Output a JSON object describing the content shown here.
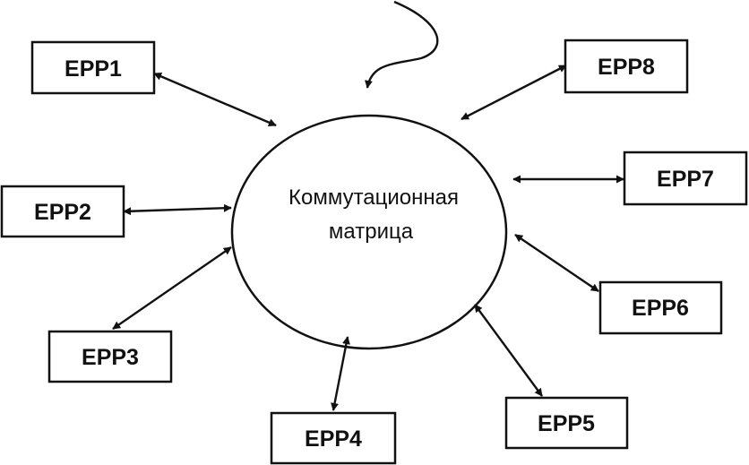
{
  "matrix": {
    "line1": "Коммутационная",
    "line2": "матрица"
  },
  "nodes": [
    {
      "id": "epp1",
      "label": "EPP1"
    },
    {
      "id": "epp2",
      "label": "EPP2"
    },
    {
      "id": "epp3",
      "label": "EPP3"
    },
    {
      "id": "epp4",
      "label": "EPP4"
    },
    {
      "id": "epp5",
      "label": "EPP5"
    },
    {
      "id": "epp6",
      "label": "EPP6"
    },
    {
      "id": "epp7",
      "label": "EPP7"
    },
    {
      "id": "epp8",
      "label": "EPP8"
    }
  ],
  "colors": {
    "ink": "#111111",
    "paper": "#ffffff"
  }
}
